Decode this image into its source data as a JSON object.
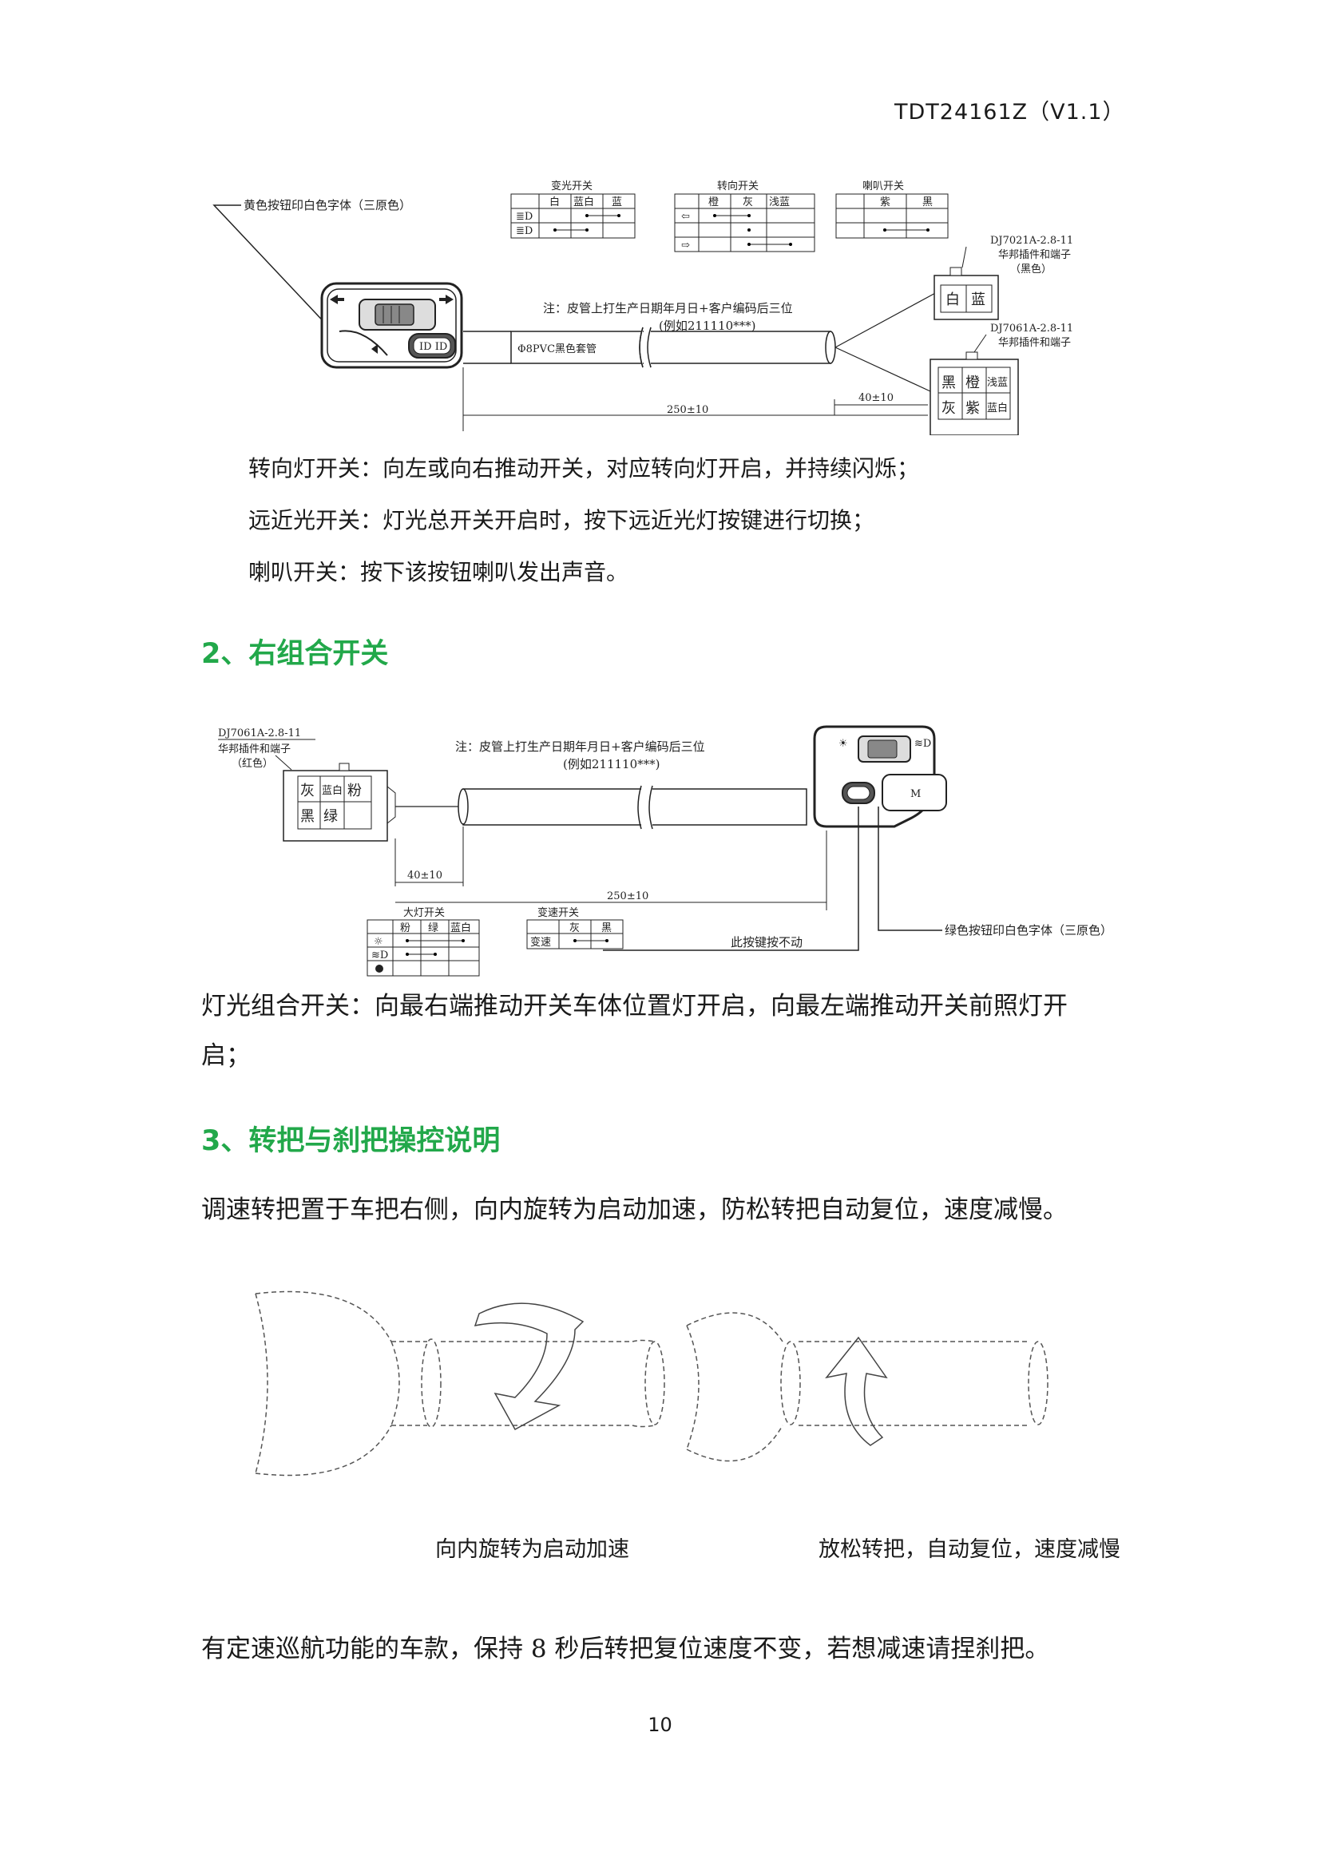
{
  "header": {
    "doc_code": "TDT24161Z（V1.1）"
  },
  "left_switch": {
    "button_note": "黄色按钮印白色字体（三原色）",
    "tables": {
      "beam": {
        "title": "变光开关",
        "cols": [
          "白",
          "蓝白",
          "蓝"
        ]
      },
      "turn": {
        "title": "转向开关",
        "cols": [
          "橙",
          "灰",
          "浅蓝"
        ]
      },
      "horn": {
        "title": "喇叭开关",
        "cols": [
          "紫",
          "黑"
        ]
      }
    },
    "connector_top": {
      "model": "DJ7021A-2.8-11",
      "desc": "华邦插件和端子",
      "color": "（黑色）",
      "pins": [
        "白",
        "蓝"
      ]
    },
    "connector_bottom": {
      "model": "DJ7061A-2.8-11",
      "desc": "华邦插件和端子",
      "pins_row1": [
        "黑",
        "橙",
        "浅蓝"
      ],
      "pins_row2": [
        "灰",
        "紫",
        "蓝白"
      ]
    },
    "cable_note_line1": "注：皮管上打生产日期年月日+客户编码后三位",
    "cable_note_line2": "(例如211110***)",
    "sleeve_label": "Φ8PVC黑色套管",
    "dim_short": "40±10",
    "dim_long": "250±10",
    "switch_label": "ID ID"
  },
  "left_text": {
    "turn": "转向灯开关：向左或向右推动开关，对应转向灯开启，并持续闪烁；",
    "beam": "远近光开关：灯光总开关开启时，按下远近光灯按键进行切换；",
    "horn": "喇叭开关：按下该按钮喇叭发出声音。"
  },
  "section2": {
    "title": "2、右组合开关"
  },
  "right_switch": {
    "connector": {
      "model": "DJ7061A-2.8-11",
      "desc": "华邦插件和端子",
      "color": "（红色）",
      "pins_row1": [
        "灰",
        "蓝白",
        "粉"
      ],
      "pins_row2": [
        "黑",
        "绿",
        ""
      ]
    },
    "cable_note_line1": "注：皮管上打生产日期年月日+客户编码后三位",
    "cable_note_line2": "(例如211110***)",
    "dim_short": "40±10",
    "dim_long": "250±10",
    "headlight_table": {
      "title": "大灯开关",
      "cols": [
        "粉",
        "绿",
        "蓝白"
      ]
    },
    "speed_table": {
      "title": "变速开关",
      "cols": [
        "灰",
        "黑"
      ],
      "row_label": "变速"
    },
    "no_press": "此按键按不动",
    "button_note": "绿色按钮印白色字体（三原色）",
    "button_mark": "M"
  },
  "right_text": {
    "light_line1": "灯光组合开关：向最右端推动开关车体位置灯开启，向最左端推动开关前照灯开",
    "light_line2": "启；"
  },
  "section3": {
    "title": "3、转把与刹把操控说明"
  },
  "throttle": {
    "intro": "调速转把置于车把右侧，向内旋转为启动加速，防松转把自动复位，速度减慢。",
    "caption_left": "向内旋转为启动加速",
    "caption_right": "放松转把，自动复位，速度减慢",
    "cruise": "有定速巡航功能的车款，保持 8 秒后转把复位速度不变，若想减速请捏刹把。"
  },
  "page": {
    "number": "10"
  }
}
